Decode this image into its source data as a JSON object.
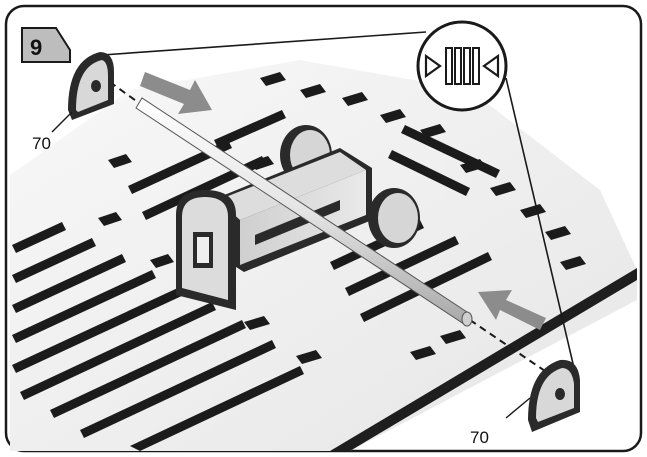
{
  "step": {
    "number": "9"
  },
  "callouts": {
    "left_part": "70",
    "right_part": "70"
  },
  "icons": {
    "symbol": "push-together-icon"
  },
  "colors": {
    "frame": "#1a1a1a",
    "board": "#f1f1f1",
    "slot": "#1b1b1b",
    "part_face": "#d8d8d8",
    "part_edge": "#2a2a2a",
    "arrow": "#8c8c8c",
    "step_badge": "#bdbdbd"
  }
}
